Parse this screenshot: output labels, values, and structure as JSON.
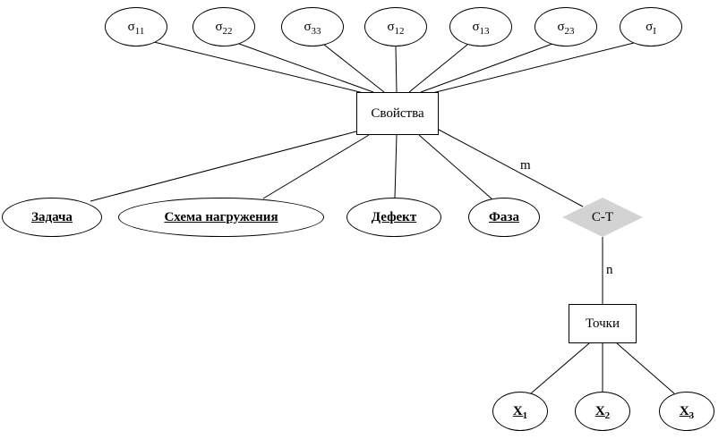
{
  "diagram": {
    "background_color": "#ffffff",
    "line_color": "#000000",
    "diamond_fill_color": "#d3d3d3"
  },
  "sigma_nodes": [
    {
      "base": "σ",
      "sub": "11"
    },
    {
      "base": "σ",
      "sub": "22"
    },
    {
      "base": "σ",
      "sub": "33"
    },
    {
      "base": "σ",
      "sub": "12"
    },
    {
      "base": "σ",
      "sub": "13"
    },
    {
      "base": "σ",
      "sub": "23"
    },
    {
      "base": "σ",
      "sub": "I"
    }
  ],
  "entities": {
    "properties_label": "Свойства",
    "points_label": "Точки"
  },
  "relationship": {
    "label": "С-Т",
    "cardinality_m": "m",
    "cardinality_n": "n"
  },
  "attributes": [
    {
      "label": "Задача"
    },
    {
      "label": "Схема нагружения"
    },
    {
      "label": "Дефект"
    },
    {
      "label": "Фаза"
    }
  ],
  "x_nodes": [
    {
      "base": "X",
      "sub": "1"
    },
    {
      "base": "X",
      "sub": "2"
    },
    {
      "base": "X",
      "sub": "3"
    }
  ]
}
